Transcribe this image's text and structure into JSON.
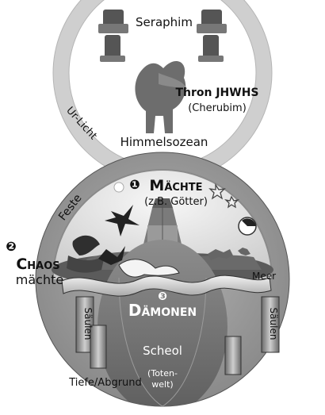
{
  "heaven": {
    "seraphim": "Seraphim",
    "throne_title": "Thron JHWHS",
    "throne_sub": "(Cherubim)",
    "primal_light": "Ur-Licht",
    "sky_ocean": "Himmelsozean"
  },
  "world": {
    "firmament": "Feste",
    "powers_number": "❶",
    "powers_title": "Mächte",
    "powers_sub": "(z.B. Götter)",
    "chaos_number": "❷",
    "chaos_title": "Chaos",
    "chaos_sub": "mächte",
    "sea": "Meer",
    "demons_number": "❸",
    "demons_title": "Dämonen",
    "pillars_left": "Säulen",
    "pillars_right": "Säulen",
    "sheol": "Scheol",
    "sheol_sub_1": "(Toten-",
    "sheol_sub_2": "welt)",
    "abyss": "Tiefe/Abgrund"
  },
  "colors": {
    "outer_ring": "#9a9a9a",
    "heaven_ring": "#dcdcdc",
    "sky": "#e9e9e9",
    "underworld": "#7a7a7a",
    "ground": "#4a4a4a"
  }
}
